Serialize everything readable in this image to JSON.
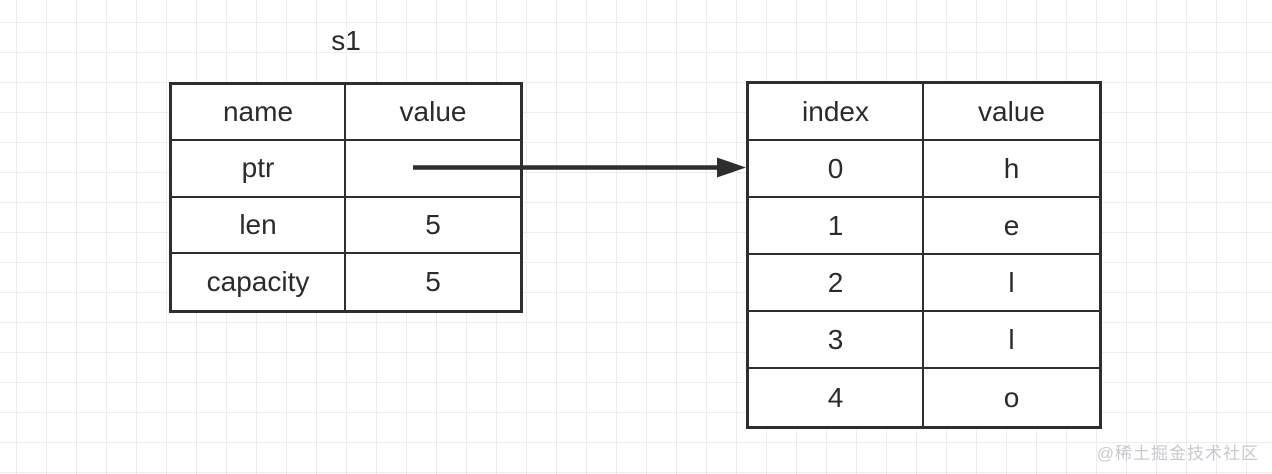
{
  "colors": {
    "border": "#2e2e2e",
    "text": "#2b2b2b",
    "arrow": "#2e2e2e",
    "grid": "#ececef",
    "cell_bg": "#ffffff",
    "watermark": "#c9c9cd"
  },
  "diagram": {
    "label": "s1",
    "stack_table": {
      "headers": [
        "name",
        "value"
      ],
      "rows": [
        [
          "ptr",
          ""
        ],
        [
          "len",
          "5"
        ],
        [
          "capacity",
          "5"
        ]
      ]
    },
    "heap_table": {
      "headers": [
        "index",
        "value"
      ],
      "rows": [
        [
          "0",
          "h"
        ],
        [
          "1",
          "e"
        ],
        [
          "2",
          "l"
        ],
        [
          "3",
          "l"
        ],
        [
          "4",
          "o"
        ]
      ]
    },
    "arrow": {
      "from_cell": "ptr value",
      "to_cell": "index 0",
      "direction": "right"
    }
  },
  "watermark": {
    "text": "@稀土掘金技术社区"
  }
}
